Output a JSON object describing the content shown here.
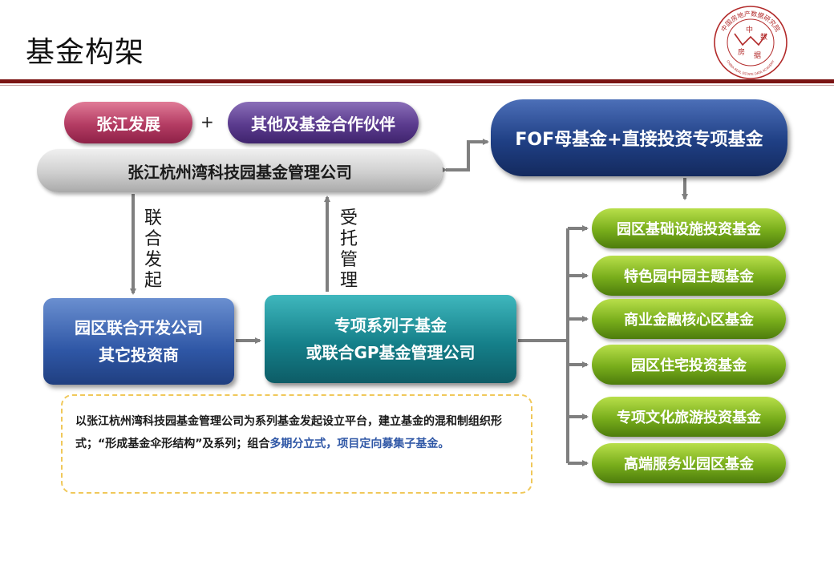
{
  "header": {
    "title": "基金构架"
  },
  "logo": {
    "top_text": "中国房地产数据研究院",
    "center_chars": [
      "中",
      "数",
      "房",
      "据"
    ],
    "bottom_text": "CHINA REAL ESTATE DATA ACADEMY",
    "color": "#b22a2a"
  },
  "diagram": {
    "sponsor_zhangjiang": "张江发展",
    "plus_sign": "+",
    "sponsor_partners": "其他及基金合作伙伴",
    "management_company": "张江杭州湾科技园基金管理公司",
    "fof_fund": "FOF母基金+直接投资专项基金",
    "label_joint": "联合发起",
    "label_entrusted": "受托管理",
    "park_box": {
      "line1": "园区联合开发公司",
      "line2": "其它投资商"
    },
    "special_box": {
      "line1": "专项系列子基金",
      "line2": "或联合GP基金管理公司"
    },
    "sub_funds": [
      "园区基础设施投资基金",
      "特色园中园主题基金",
      "商业金融核心区基金",
      "园区住宅投资基金",
      "专项文化旅游投资基金",
      "高端服务业园区基金"
    ]
  },
  "note": {
    "text_part1": "以张江杭州湾科技园基金管理公司为系列基金发起设立平台，建立基金的混和制组织形式；“形成基金伞形结构”及系列；组合",
    "text_highlight": "多期分立式，项目定向募集子基金。"
  },
  "colors": {
    "title_rule": "#7a1413",
    "arrow": "#7f7f7f",
    "highlight_text": "#2f57a6",
    "note_border": "#f0c85a"
  }
}
